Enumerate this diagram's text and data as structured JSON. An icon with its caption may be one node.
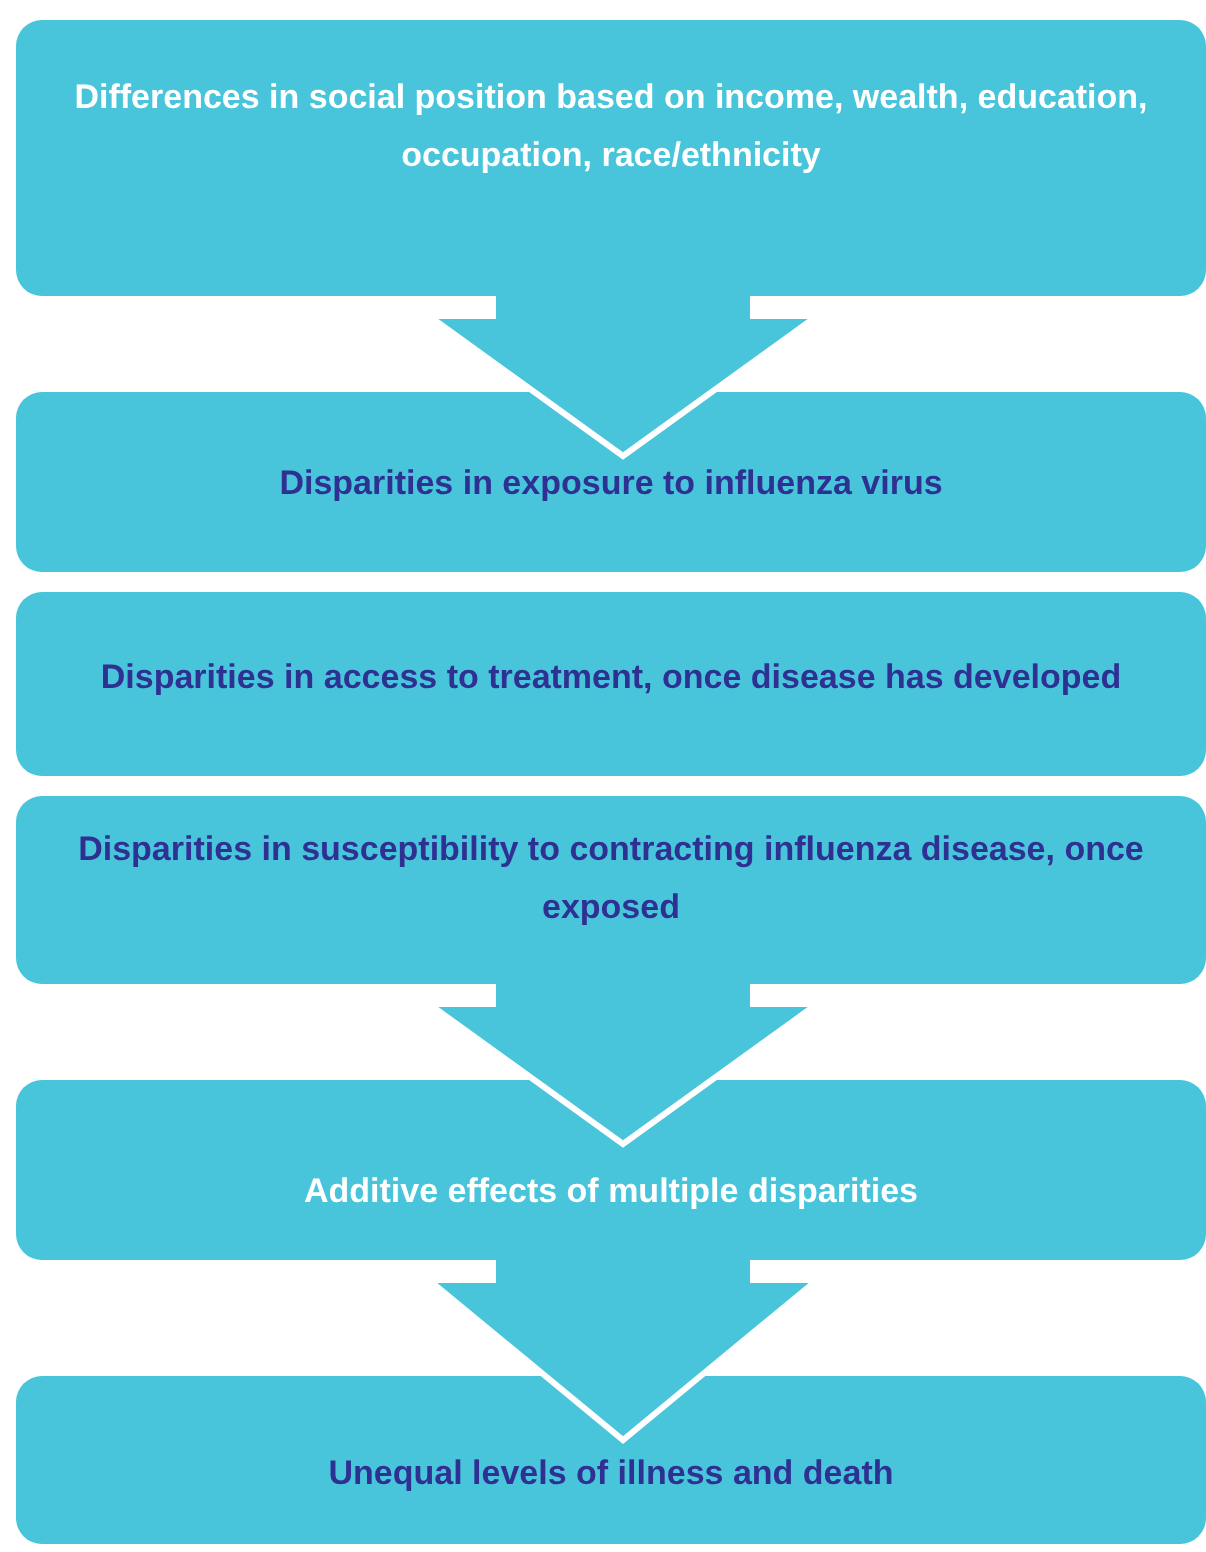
{
  "diagram": {
    "nodes": [
      {
        "text": [
          "Differences in social position based on income, wealth, education, occupation, race/ethnicity"
        ]
      },
      {
        "text": [
          "Disparities in exposure to influenza virus"
        ]
      },
      {
        "text": [
          "Disparities in access to treatment, once disease has developed"
        ]
      },
      {
        "text": [
          "Disparities in susceptibility to contracting influenza disease, once exposed"
        ]
      },
      {
        "text": [
          "Additive effects of multiple disparities"
        ]
      },
      {
        "text": [
          "Unequal levels of illness and death"
        ]
      }
    ],
    "edges": [
      {
        "from": 0,
        "to": 1,
        "arrow": "to"
      },
      {
        "from": 3,
        "to": 4,
        "arrow": "to"
      },
      {
        "from": 4,
        "to": 5,
        "arrow": "to"
      }
    ]
  }
}
